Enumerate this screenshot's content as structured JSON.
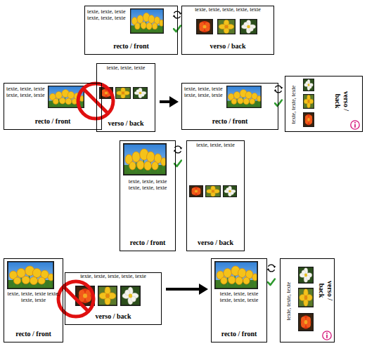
{
  "diagram": {
    "nodes": [
      {
        "text": [
          "texte, texte, texte texte, texte, texte",
          "recto / front"
        ]
      },
      {
        "text": [
          "texte, texte, texte, texte, texte",
          "verso / back"
        ]
      },
      {
        "text": [
          "texte, texte, texte texte, texte, texte",
          "recto / front"
        ]
      },
      {
        "text": [
          "texte, texte, texte",
          "verso / back"
        ]
      },
      {
        "text": [
          "texte, texte, texte texte, texte, texte",
          "recto / front"
        ]
      },
      {
        "text": [
          "texte, texte, texte",
          "verso / back"
        ]
      },
      {
        "text": [
          "texte, texte, texte texte, texte, texte",
          "recto / front"
        ]
      },
      {
        "text": [
          "texte, texte, texte",
          "verso / back"
        ]
      },
      {
        "text": [
          "texte, texte, texte texte, texte, texte",
          "recto / front"
        ]
      },
      {
        "text": [
          "texte, texte, texte, texte, texte",
          "verso / back"
        ]
      },
      {
        "text": [
          "texte, texte, texte texte, texte, texte",
          "recto / front"
        ]
      },
      {
        "text": [
          "texte, texte, texte",
          "verso / back"
        ]
      }
    ],
    "edges": [
      {
        "from": 3,
        "to": 4,
        "arrow": "to"
      },
      {
        "from": 9,
        "to": 10,
        "arrow": "to"
      }
    ]
  }
}
